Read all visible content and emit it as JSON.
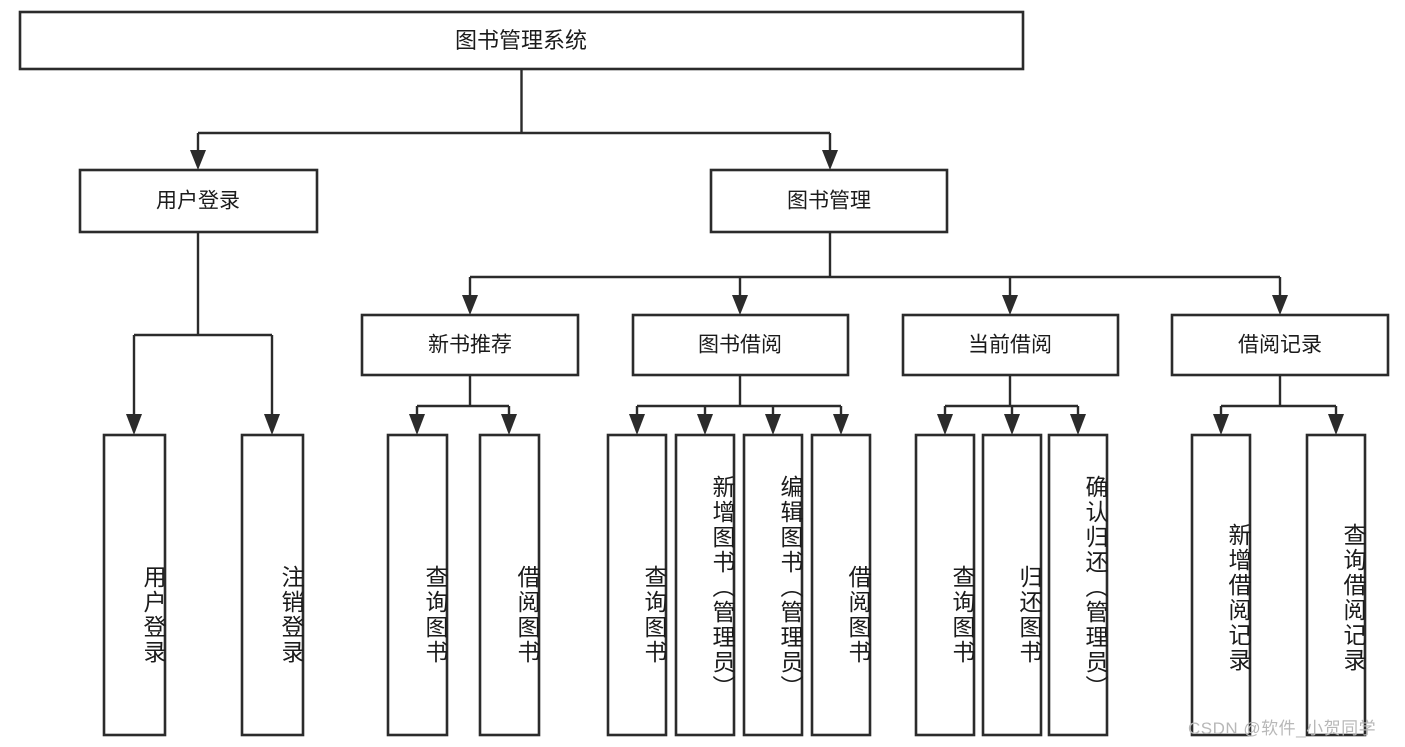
{
  "diagram": {
    "type": "tree",
    "title": "图书管理系统",
    "root": {
      "label": "图书管理系统",
      "orientation": "horizontal"
    },
    "level2": [
      {
        "label": "用户登录",
        "orientation": "horizontal"
      },
      {
        "label": "图书管理",
        "orientation": "horizontal"
      }
    ],
    "level3": [
      {
        "label": "新书推荐",
        "orientation": "horizontal"
      },
      {
        "label": "图书借阅",
        "orientation": "horizontal"
      },
      {
        "label": "当前借阅",
        "orientation": "horizontal"
      },
      {
        "label": "借阅记录",
        "orientation": "horizontal"
      }
    ],
    "leaves": {
      "user_login": [
        {
          "label": "用户登录",
          "orientation": "vertical"
        },
        {
          "label": "注销登录",
          "orientation": "vertical"
        }
      ],
      "new_book_recommend": [
        {
          "label": "查询图书",
          "orientation": "vertical"
        },
        {
          "label": "借阅图书",
          "orientation": "vertical"
        }
      ],
      "book_borrow": [
        {
          "label": "查询图书",
          "orientation": "vertical"
        },
        {
          "label": "新增图书（管理员）",
          "orientation": "vertical"
        },
        {
          "label": "编辑图书（管理员）",
          "orientation": "vertical"
        },
        {
          "label": "借阅图书",
          "orientation": "vertical"
        }
      ],
      "current_borrow": [
        {
          "label": "查询图书",
          "orientation": "vertical"
        },
        {
          "label": "归还图书",
          "orientation": "vertical"
        },
        {
          "label": "确认归还（管理员）",
          "orientation": "vertical"
        }
      ],
      "borrow_record": [
        {
          "label": "新增借阅记录",
          "orientation": "vertical"
        },
        {
          "label": "查询借阅记录",
          "orientation": "vertical"
        }
      ]
    },
    "colors": {
      "box_stroke": "#2b2b2b",
      "box_fill": "#ffffff",
      "connector": "#2b2b2b",
      "text": "#1b1b1b",
      "background": "#ffffff",
      "watermark": "#b8b8b8"
    }
  },
  "watermark": {
    "text": "CSDN @软件_小贺同学"
  }
}
